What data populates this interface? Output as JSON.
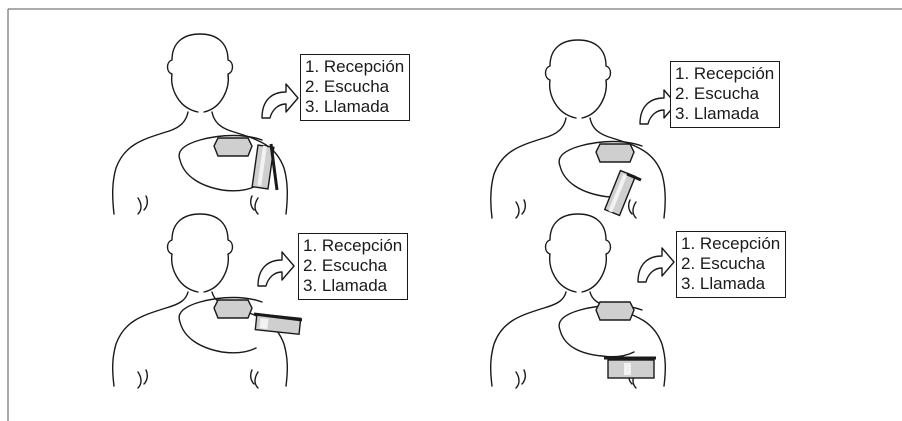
{
  "colors": {
    "line": "#1a1a1a",
    "device_fill": "#cfcfcf",
    "device_face": "#e8e8e8",
    "background": "#ffffff"
  },
  "panels": [
    {
      "menu": {
        "item1": "1. Recepción",
        "item2": "2. Escucha",
        "item3": "3. Llamada"
      }
    },
    {
      "menu": {
        "item1": "1. Recepción",
        "item2": "2. Escucha",
        "item3": "3. Llamada"
      }
    },
    {
      "menu": {
        "item1": "1. Recepción",
        "item2": "2. Escucha",
        "item3": "3. Llamada"
      }
    },
    {
      "menu": {
        "item1": "1. Recepción",
        "item2": "2. Escucha",
        "item3": "3. Llamada"
      }
    }
  ]
}
